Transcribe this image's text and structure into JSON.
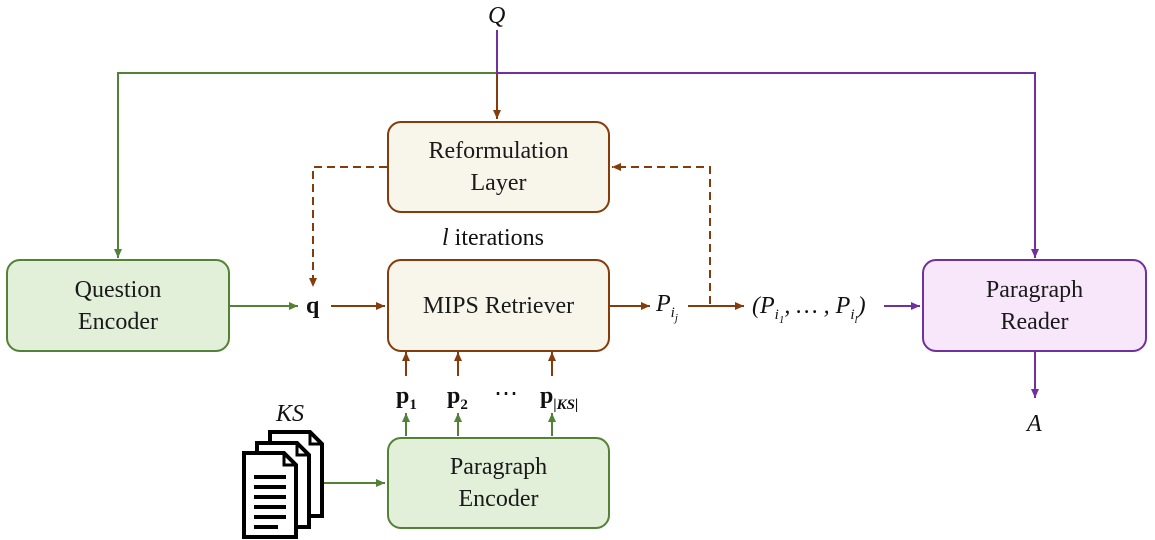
{
  "labels": {
    "Q": "Q",
    "A": "A",
    "KS": "KS",
    "q": "q",
    "p1": "p",
    "p1_sub": "1",
    "p2": "p",
    "p2_sub": "2",
    "ellipsis": "⋯",
    "pKS": "p",
    "pKS_sub": "|KS|",
    "iterations_var": "l",
    "iterations_text": " iterations",
    "Pij": "P",
    "Pij_sub": "i",
    "Pij_subsub": "j",
    "seq_open": "(P",
    "seq_sub1": "i",
    "seq_subsub1": "1",
    "seq_mid": ", … , P",
    "seq_sub2": "i",
    "seq_subsub2": "l",
    "seq_close": ")"
  },
  "boxes": {
    "reformulation": "Reformulation\nLayer",
    "mips": "MIPS Retriever",
    "question_encoder": "Question\nEncoder",
    "paragraph_encoder": "Paragraph\nEncoder",
    "paragraph_reader": "Paragraph\nReader"
  },
  "colors": {
    "green": "#538135",
    "brown": "#843c0c",
    "purple": "#7030a0",
    "green_fill": "#e2efd9",
    "cream_fill": "#f8f5eb",
    "purple_fill": "#f8e6fb"
  },
  "icons": {
    "documents": "document-stack-icon"
  }
}
